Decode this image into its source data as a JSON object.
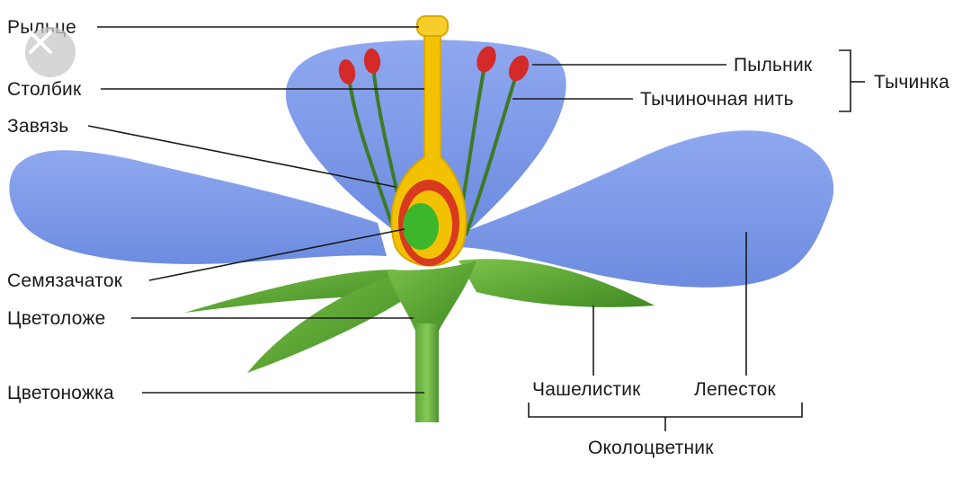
{
  "labels": {
    "stigma": "Рыльце",
    "style": "Столбик",
    "ovary": "Завязь",
    "ovule": "Семязачаток",
    "receptacle": "Цветоложе",
    "pedicel": "Цветоножка",
    "anther": "Пыльник",
    "filament": "Тычиночная нить",
    "stamen": "Тычинка",
    "sepal": "Чашелистик",
    "petal": "Лепесток",
    "perianth": "Околоцветник"
  },
  "overlay": {
    "close_icon": "close-icon"
  },
  "colors": {
    "petal": "#7d9ae8",
    "sepal": "#4f9a2a",
    "stigma_style": "#f2c200",
    "ovary_wall": "#d83a1f",
    "ovule": "#3cb72c",
    "anther": "#d42a2a"
  }
}
